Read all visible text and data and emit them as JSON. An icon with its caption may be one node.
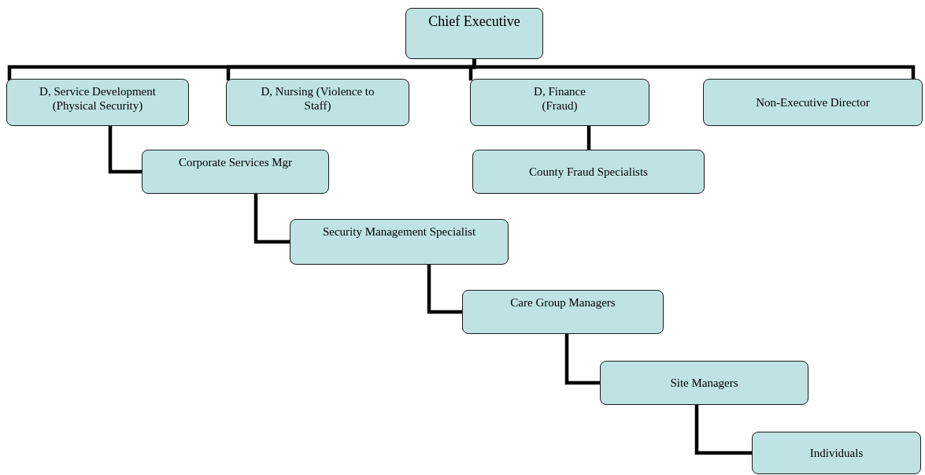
{
  "diagram": {
    "nodes": [
      {
        "text": [
          "Chief Executive"
        ]
      },
      {
        "text": [
          "D, Service Development (Physical Security)"
        ]
      },
      {
        "text": [
          "D, Nursing (Violence to Staff)"
        ]
      },
      {
        "text": [
          "D, Finance (Fraud)"
        ]
      },
      {
        "text": [
          "Non-Executive Director"
        ]
      },
      {
        "text": [
          "Corporate Services Mgr"
        ]
      },
      {
        "text": [
          "County Fraud Specialists"
        ]
      },
      {
        "text": [
          "Security Management Specialist"
        ]
      },
      {
        "text": [
          "Care Group Managers"
        ]
      },
      {
        "text": [
          "Site Managers"
        ]
      },
      {
        "text": [
          "Individuals"
        ]
      }
    ],
    "edges": [
      {
        "from": 0,
        "to": 1,
        "arrow": "none"
      },
      {
        "from": 0,
        "to": 2,
        "arrow": "none"
      },
      {
        "from": 0,
        "to": 3,
        "arrow": "none"
      },
      {
        "from": 0,
        "to": 4,
        "arrow": "none"
      },
      {
        "from": 1,
        "to": 5,
        "arrow": "none"
      },
      {
        "from": 3,
        "to": 6,
        "arrow": "none"
      },
      {
        "from": 5,
        "to": 7,
        "arrow": "none"
      },
      {
        "from": 7,
        "to": 8,
        "arrow": "none"
      },
      {
        "from": 8,
        "to": 9,
        "arrow": "none"
      },
      {
        "from": 9,
        "to": 10,
        "arrow": "none"
      }
    ]
  }
}
